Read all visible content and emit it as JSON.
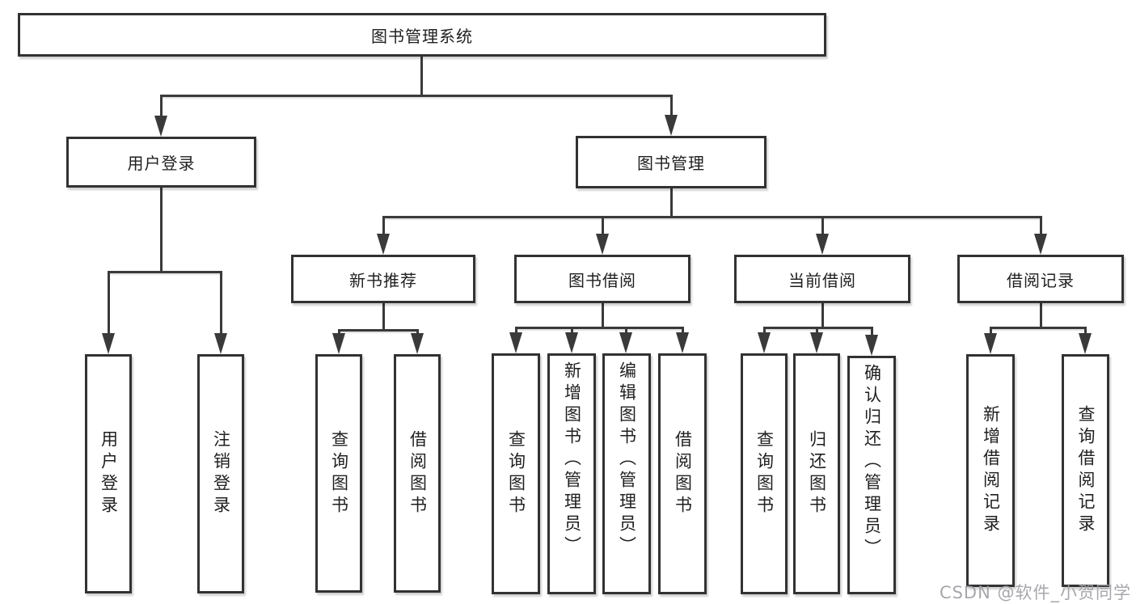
{
  "tree": {
    "label": "图书管理系统",
    "children": [
      {
        "label": "用户登录",
        "children": [
          {
            "label": "用户登录"
          },
          {
            "label": "注销登录"
          }
        ]
      },
      {
        "label": "图书管理",
        "children": [
          {
            "label": "新书推荐",
            "children": [
              {
                "label": "查询图书"
              },
              {
                "label": "借阅图书"
              }
            ]
          },
          {
            "label": "图书借阅",
            "children": [
              {
                "label": "查询图书"
              },
              {
                "label": "新增图书（管理员）"
              },
              {
                "label": "编辑图书（管理员）"
              },
              {
                "label": "借阅图书"
              }
            ]
          },
          {
            "label": "当前借阅",
            "children": [
              {
                "label": "查询图书"
              },
              {
                "label": "归还图书"
              },
              {
                "label": "确认归还（管理员）"
              }
            ]
          },
          {
            "label": "借阅记录",
            "children": [
              {
                "label": "新增借阅记录"
              },
              {
                "label": "查询借阅记录"
              }
            ]
          }
        ]
      }
    ]
  },
  "watermark": {
    "text": "CSDN @软件_小贺同学"
  },
  "colors": {
    "background": "#ffffff",
    "border": "#323232",
    "line": "#3a3a3a",
    "text": "#1f1f1f",
    "watermark": "#9e9ea4"
  }
}
